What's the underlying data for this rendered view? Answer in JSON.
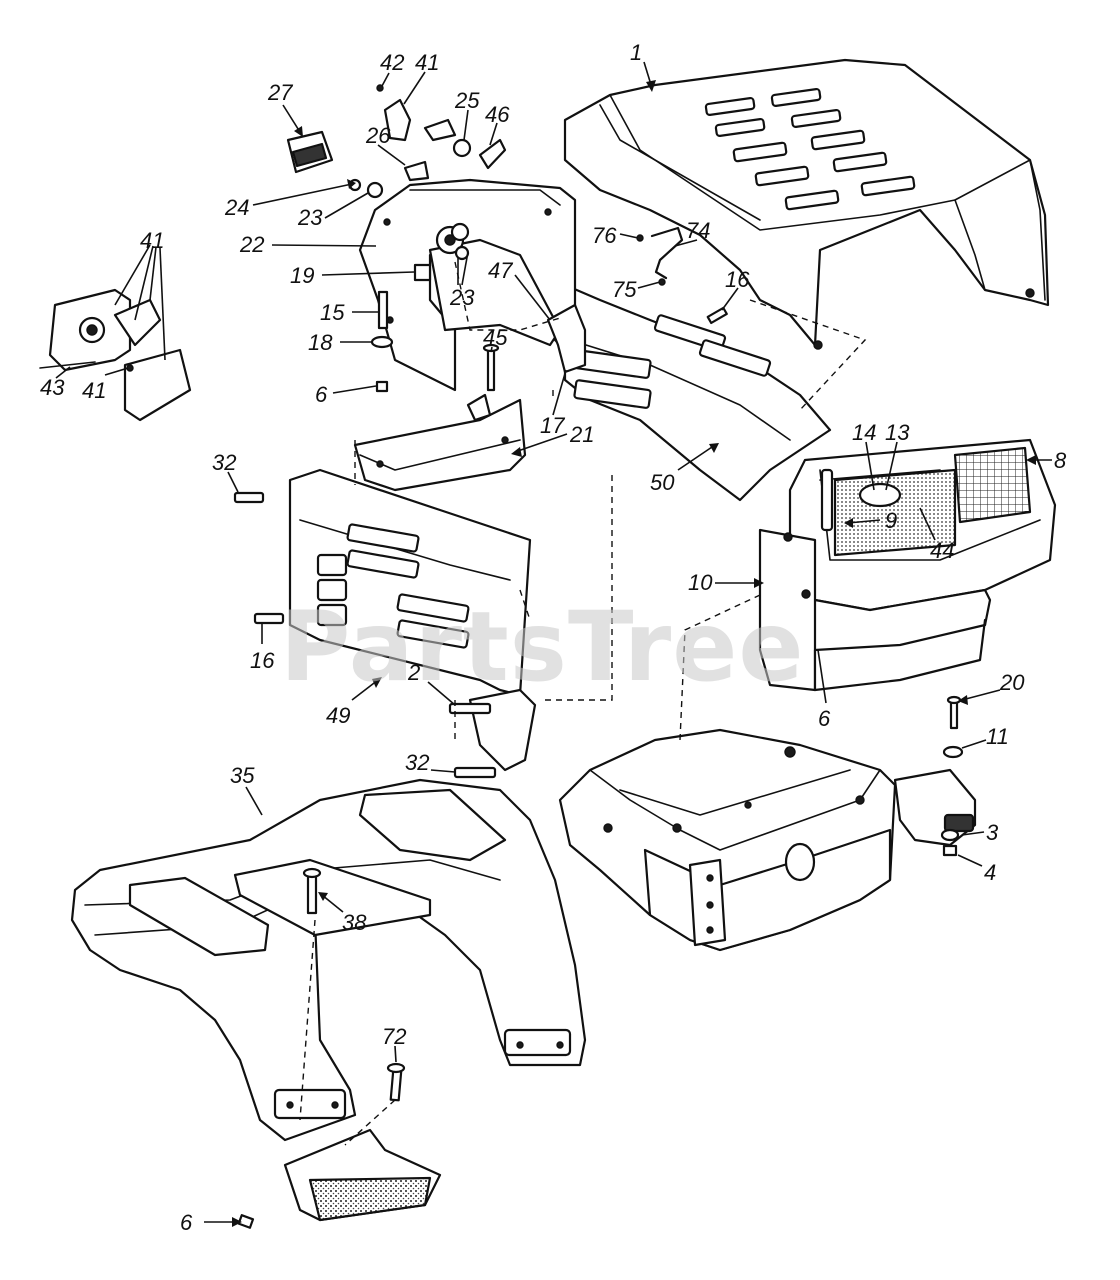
{
  "watermark": "PartsTree",
  "callouts": [
    {
      "id": "c1",
      "label": "1"
    },
    {
      "id": "c42",
      "label": "42"
    },
    {
      "id": "c41a",
      "label": "41"
    },
    {
      "id": "c27",
      "label": "27"
    },
    {
      "id": "c25",
      "label": "25"
    },
    {
      "id": "c46",
      "label": "46"
    },
    {
      "id": "c26",
      "label": "26"
    },
    {
      "id": "c24",
      "label": "24"
    },
    {
      "id": "c23a",
      "label": "23"
    },
    {
      "id": "c22",
      "label": "22"
    },
    {
      "id": "c19",
      "label": "19"
    },
    {
      "id": "c23b",
      "label": "23"
    },
    {
      "id": "c15",
      "label": "15"
    },
    {
      "id": "c18",
      "label": "18"
    },
    {
      "id": "c6a",
      "label": "6"
    },
    {
      "id": "c41b",
      "label": "41"
    },
    {
      "id": "c43",
      "label": "43"
    },
    {
      "id": "c41c",
      "label": "41"
    },
    {
      "id": "c76",
      "label": "76"
    },
    {
      "id": "c74",
      "label": "74"
    },
    {
      "id": "c75",
      "label": "75"
    },
    {
      "id": "c16a",
      "label": "16"
    },
    {
      "id": "c47",
      "label": "47"
    },
    {
      "id": "c45",
      "label": "45"
    },
    {
      "id": "c17",
      "label": "17"
    },
    {
      "id": "c21",
      "label": "21"
    },
    {
      "id": "c32a",
      "label": "32"
    },
    {
      "id": "c14",
      "label": "14"
    },
    {
      "id": "c13",
      "label": "13"
    },
    {
      "id": "c8",
      "label": "8"
    },
    {
      "id": "c9",
      "label": "9"
    },
    {
      "id": "c44",
      "label": "44"
    },
    {
      "id": "c50",
      "label": "50"
    },
    {
      "id": "c10",
      "label": "10"
    },
    {
      "id": "c16b",
      "label": "16"
    },
    {
      "id": "c2",
      "label": "2"
    },
    {
      "id": "c49",
      "label": "49"
    },
    {
      "id": "c6b",
      "label": "6"
    },
    {
      "id": "c20",
      "label": "20"
    },
    {
      "id": "c11",
      "label": "11"
    },
    {
      "id": "c32b",
      "label": "32"
    },
    {
      "id": "c35",
      "label": "35"
    },
    {
      "id": "c3",
      "label": "3"
    },
    {
      "id": "c4",
      "label": "4"
    },
    {
      "id": "c38",
      "label": "38"
    },
    {
      "id": "c72",
      "label": "72"
    },
    {
      "id": "c6c",
      "label": "6"
    }
  ]
}
